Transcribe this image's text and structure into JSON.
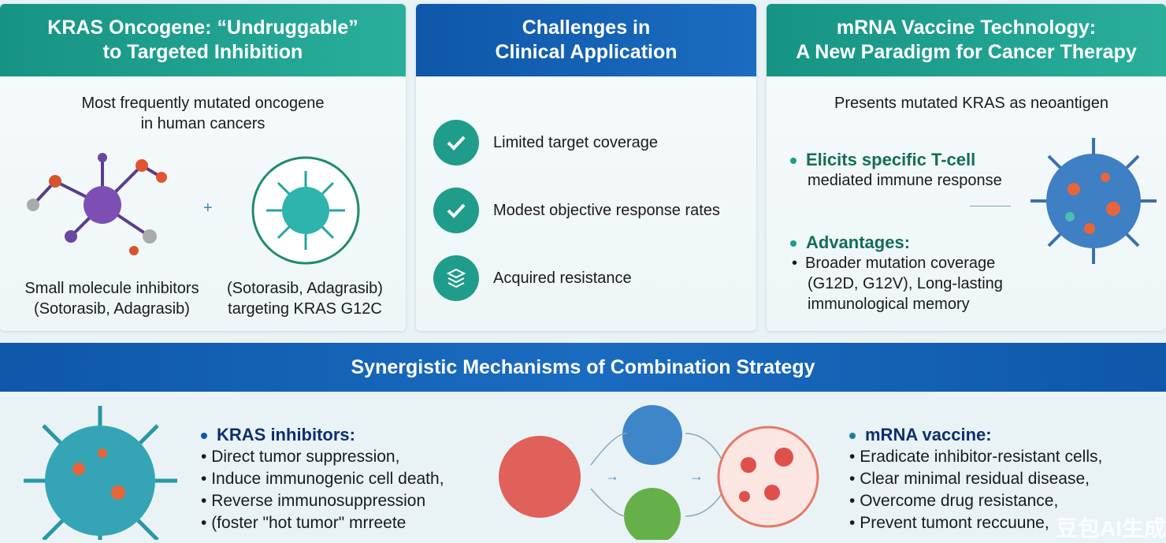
{
  "panel1": {
    "title_l1": "KRAS Oncogene: “Undruggable”",
    "title_l2": "to Targeted Inhibition",
    "subtitle_l1": "Most frequently mutated oncogene",
    "subtitle_l2": "in human cancers",
    "plus": "+",
    "left_caption_l1": "Small molecule inhibitors",
    "left_caption_l2": "(Sotorasib, Adagrasib)",
    "right_caption_l1": "(Sotorasib, Adagrasib)",
    "right_caption_l2": "targeting KRAS G12C"
  },
  "panel2": {
    "title_l1": "Challenges in",
    "title_l2": "Clinical Application",
    "items": [
      {
        "label": "Limited target coverage",
        "icon": "check-icon"
      },
      {
        "label": "Modest objective response rates",
        "icon": "check-icon"
      },
      {
        "label": "Acquired resistance",
        "icon": "layers-icon"
      }
    ]
  },
  "panel3": {
    "title_l1": "mRNA Vaccine Technology:",
    "title_l2": "A New Paradigm for Cancer Therapy",
    "subtitle": "Presents mutated KRAS as neoantigen",
    "point1_head": "Elicits specific T-cell",
    "point1_body": "mediated immune response",
    "point2_head": "Advantages:",
    "point2_l1": "Broader mutation coverage",
    "point2_l2": "(G12D, G12V), Long-lasting",
    "point2_l3": "immunological memory"
  },
  "banner": {
    "title": "Synergistic Mechanisms of Combination Strategy"
  },
  "kras_list": {
    "head": "KRAS inhibitors:",
    "items": [
      "Direct tumor suppression,",
      "Induce immunogenic cell death,",
      "Reverse immunosuppression",
      "(foster \"hot tumor\" mrreete"
    ]
  },
  "mrna_list": {
    "head": "mRNA vaccine:",
    "items": [
      "Eradicate inhibitor-resistant cells,",
      "Clear minimal residual disease,",
      "Overcome drug resistance,",
      "Prevent tumont reccuune,"
    ]
  },
  "watermark": "豆包AI生成",
  "colors": {
    "teal": "#1f9c8a",
    "blue": "#0f57a8",
    "green_text": "#136e55",
    "navy_text": "#0e2f6e"
  }
}
